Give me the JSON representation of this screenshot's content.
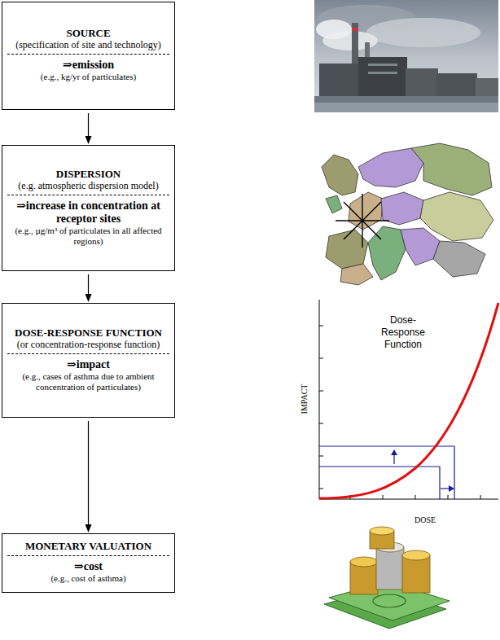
{
  "diagram": {
    "nodes": [
      {
        "text": [
          "SOURCE",
          "(specification of site and technology)",
          "⇒emission",
          "(e.g., kg/yr of particulates)"
        ]
      },
      {
        "text": [
          "DISPERSION",
          "(e.g. atmospheric dispersion model)",
          "⇒increase in concentration at receptor sites",
          "(e.g., µg/m³ of particulates in all affected regions)"
        ]
      },
      {
        "text": [
          "DOSE-RESPONSE FUNCTION",
          "(or concentration-response function)",
          "⇒impact",
          "(e.g., cases of asthma due to ambient concentration of particulates)"
        ]
      },
      {
        "text": [
          "MONETARY VALUATION",
          "⇒cost",
          "(e.g., cost of asthma)"
        ]
      }
    ],
    "edges": [
      {
        "from": 0,
        "to": 1,
        "arrow": "to"
      },
      {
        "from": 1,
        "to": 2,
        "arrow": "to"
      },
      {
        "from": 2,
        "to": 3,
        "arrow": "to"
      }
    ],
    "labels": [
      "Dose-Response Function",
      "IMPACT",
      "DOSE"
    ]
  }
}
